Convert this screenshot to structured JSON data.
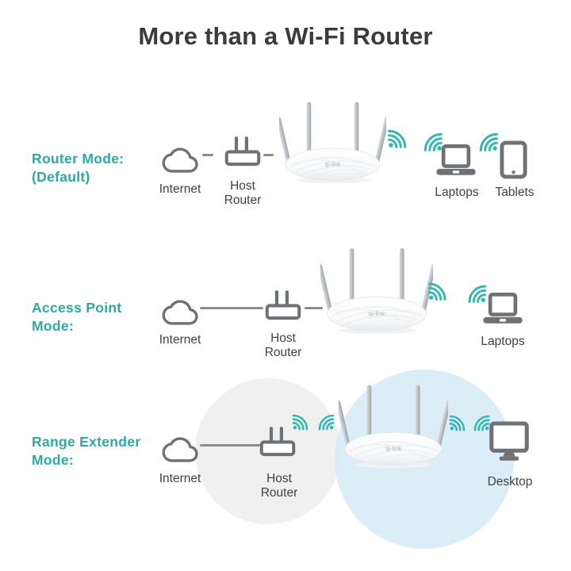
{
  "title": "More than a Wi-Fi Router",
  "colors": {
    "accent_teal": "#2EA8A6",
    "wifi_teal": "#35B7AF",
    "icon_gray": "#6F7274",
    "label_gray": "#3F4142",
    "title_gray": "#3B3B3B",
    "coverage_gray": "#F0F0F1",
    "coverage_blue": "#DCEEF5"
  },
  "icons": {
    "cloud": "internet-cloud",
    "host_router": "two-antenna-modem",
    "router": "tp-link-4-antenna-router",
    "wifi": "wifi-signal-fan",
    "laptop": "laptop",
    "tablet": "tablet",
    "desktop": "desktop-monitor"
  },
  "rows": [
    {
      "mode": [
        "Router Mode:",
        "(Default)"
      ],
      "internet": "Internet",
      "host_router": [
        "Host",
        "Router"
      ],
      "devices": [
        "Laptops",
        "Tablets"
      ]
    },
    {
      "mode": [
        "Access Point",
        "Mode:"
      ],
      "internet": "Internet",
      "host_router": [
        "Host",
        "Router"
      ],
      "devices": [
        "Laptops"
      ]
    },
    {
      "mode": [
        "Range Extender",
        "Mode:"
      ],
      "internet": "Internet",
      "host_router": [
        "Host",
        "Router"
      ],
      "devices": [
        "Desktop"
      ]
    }
  ]
}
